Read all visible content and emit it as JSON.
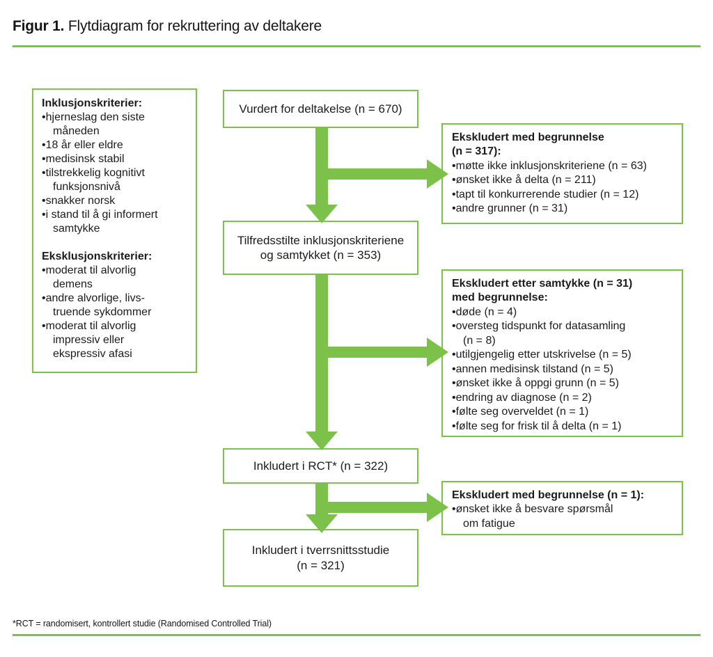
{
  "title": {
    "label": "Figur 1.",
    "text": "Flytdiagram for rekruttering av deltakere"
  },
  "colors": {
    "green": "#7CC24A",
    "text": "#1b1b1b"
  },
  "criteria_box": {
    "inclusion_heading": "Inklusjonskriterier:",
    "inclusion_items": [
      "hjerneslag den siste\nmåneden",
      "18 år eller eldre",
      "medisinsk stabil",
      "tilstrekkelig kognitivt\nfunksjonsnivå",
      "snakker norsk",
      "i stand til å gi informert\nsamtykke"
    ],
    "exclusion_heading": "Eksklusjonskriterier:",
    "exclusion_items": [
      "moderat til alvorlig\ndemens",
      "andre alvorlige, livs-\ntruende sykdommer",
      "moderat til alvorlig\nimpressiv eller\nekspressiv afasi"
    ]
  },
  "flow": {
    "assessed": "Vurdert for deltakelse (n = 670)",
    "eligible": "Tilfredsstilte inklusjonskriteriene\nog samtykket (n = 353)",
    "rct": "Inkludert i RCT* (n = 322)",
    "cross_sectional": "Inkludert i tverrsnittsstudie\n(n = 321)"
  },
  "exclusions": [
    {
      "heading": "Ekskludert med begrunnelse\n(n = 317):",
      "items": [
        "møtte ikke inklusjonskriteriene (n = 63)",
        "ønsket ikke å delta (n = 211)",
        "tapt til konkurrerende studier (n = 12)",
        "andre grunner (n = 31)"
      ]
    },
    {
      "heading": "Ekskludert etter samtykke (n = 31)\nmed begrunnelse:",
      "items": [
        "døde (n = 4)",
        "oversteg tidspunkt for datasamling\n(n = 8)",
        "utilgjengelig etter utskrivelse (n = 5)",
        "annen medisinsk tilstand (n = 5)",
        "ønsket ikke å oppgi grunn (n = 5)",
        "endring av diagnose (n = 2)",
        "følte seg overveldet (n = 1)",
        "følte seg for frisk til å delta (n = 1)"
      ]
    },
    {
      "heading": "Ekskludert med begrunnelse (n = 1):",
      "items": [
        "ønsket ikke å besvare spørsmål\nom fatigue"
      ]
    }
  ],
  "footnote": "*RCT = randomisert, kontrollert studie (Randomised Controlled Trial)"
}
